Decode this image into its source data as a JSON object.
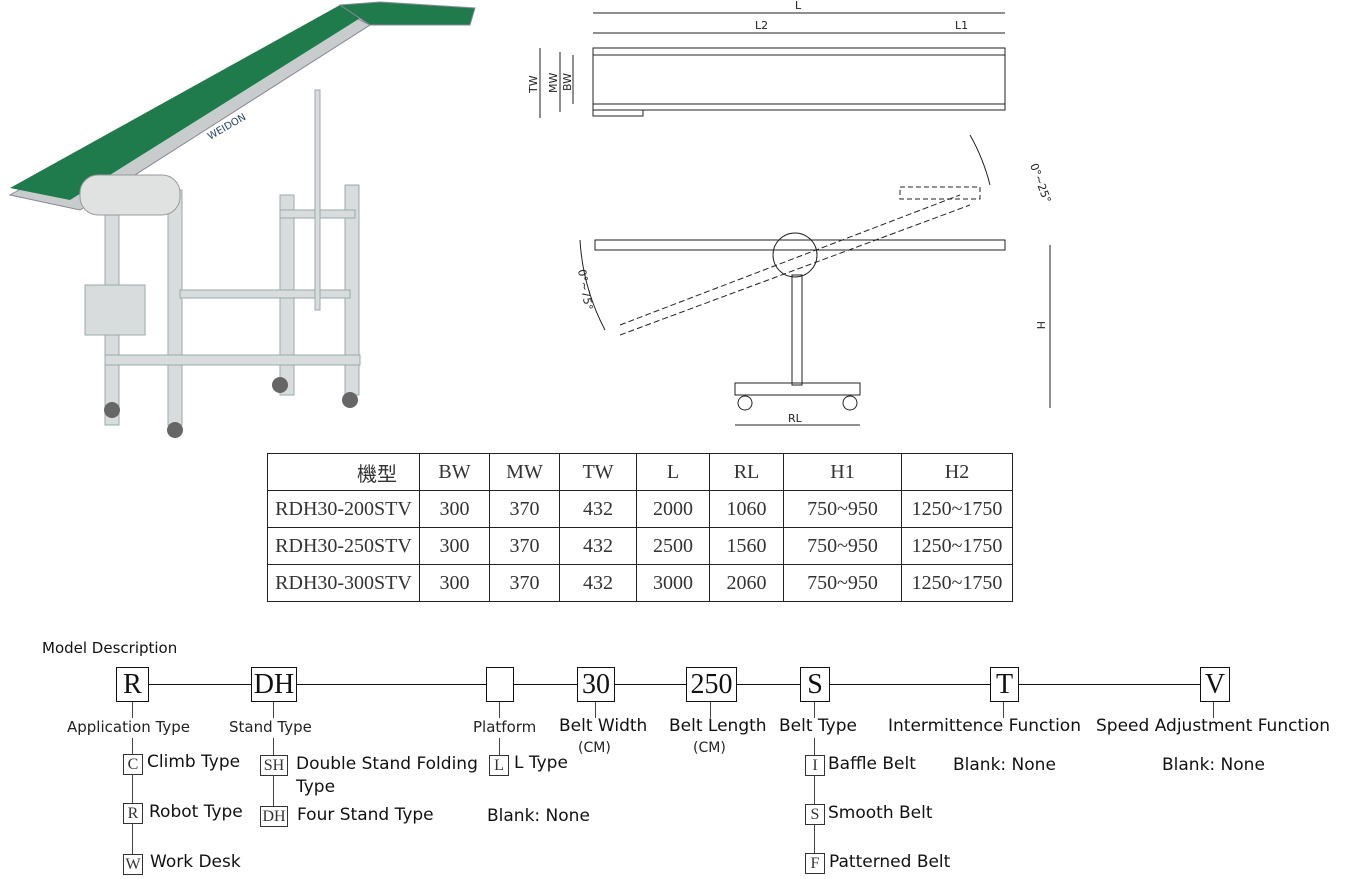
{
  "drawing_labels": {
    "L": "L",
    "L2": "L2",
    "L1": "L1",
    "TW": "TW",
    "MW": "MW",
    "BW": "BW",
    "angle_up": "0°~25°",
    "angle_down": "0°~75°",
    "H": "H",
    "RL": "RL"
  },
  "photo": {
    "brand": "WEIDON"
  },
  "table": {
    "headers": [
      "機型",
      "BW",
      "MW",
      "TW",
      "L",
      "RL",
      "H1",
      "H2"
    ],
    "rows": [
      [
        "RDH30-200STV",
        "300",
        "370",
        "432",
        "2000",
        "1060",
        "750~950",
        "1250~1750"
      ],
      [
        "RDH30-250STV",
        "300",
        "370",
        "432",
        "2500",
        "1560",
        "750~950",
        "1250~1750"
      ],
      [
        "RDH30-300STV",
        "300",
        "370",
        "432",
        "3000",
        "2060",
        "750~950",
        "1250~1750"
      ]
    ]
  },
  "model": {
    "title": "Model Description",
    "codes": [
      "R",
      "DH",
      "",
      "30",
      "250",
      "S",
      "T",
      "V"
    ],
    "labels": [
      "Application Type",
      "Stand Type",
      "Platform",
      "Belt Width",
      "Belt Length",
      "Belt Type",
      "Intermittence Function",
      "Speed Adjustment Function"
    ],
    "unit": "(CM)",
    "application": [
      {
        "code": "C",
        "text": "Climb Type"
      },
      {
        "code": "R",
        "text": "Robot Type"
      },
      {
        "code": "W",
        "text": "Work Desk"
      }
    ],
    "stand": [
      {
        "code": "SH",
        "text": "Double Stand Folding",
        "text2": "Type"
      },
      {
        "code": "DH",
        "text": "Four Stand Type"
      }
    ],
    "platform": [
      {
        "code": "L",
        "text": "L Type"
      }
    ],
    "platform_blank": "Blank: None",
    "belt_type": [
      {
        "code": "I",
        "text": "Baffle Belt"
      },
      {
        "code": "S",
        "text": "Smooth Belt"
      },
      {
        "code": "F",
        "text": "Patterned Belt"
      }
    ],
    "intermittence_blank": "Blank: None",
    "speed_blank": "Blank: None"
  }
}
